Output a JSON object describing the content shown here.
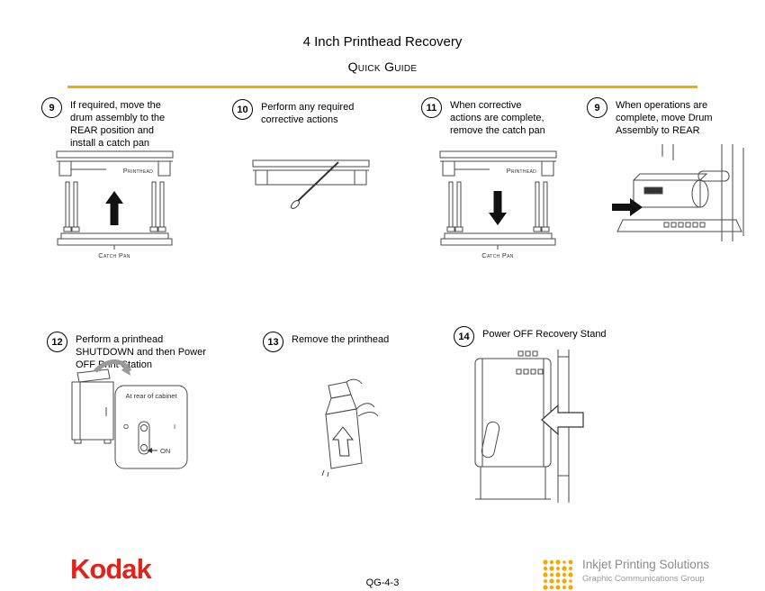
{
  "header": {
    "title": "4 Inch Printhead Recovery",
    "subtitle": "Quick Guide"
  },
  "steps": {
    "row1": [
      {
        "num": "9",
        "text": "If required, move the drum assembly to the REAR position and install a catch pan"
      },
      {
        "num": "10",
        "text": "Perform any required corrective actions"
      },
      {
        "num": "11",
        "text": "When corrective actions are complete, remove the catch pan"
      },
      {
        "num": "9",
        "text": "When operations are complete, move Drum Assembly to REAR"
      }
    ],
    "row2": [
      {
        "num": "12",
        "text": "Perform a printhead SHUTDOWN and then Power OFF Print Station"
      },
      {
        "num": "13",
        "text": "Remove the printhead"
      },
      {
        "num": "14",
        "text": "Power OFF Recovery Stand"
      }
    ]
  },
  "diagram_labels": {
    "printhead": "Printhead",
    "catch_pan": "Catch Pan",
    "at_rear_of_cabinet": "At rear of cabinet",
    "switch_off": "O",
    "switch_on": "I",
    "on_label": "ON"
  },
  "footer": {
    "kodak": "Kodak",
    "page_number": "QG-4-3",
    "org_line1": "Inkjet Printing Solutions",
    "org_line2": "Graphic Communications Group"
  },
  "colors": {
    "accent_gold": "#EFAE00",
    "kodak_red": "#E2231A",
    "logo_yellow": "#F5A800",
    "text_gray": "#8C8C8C"
  }
}
